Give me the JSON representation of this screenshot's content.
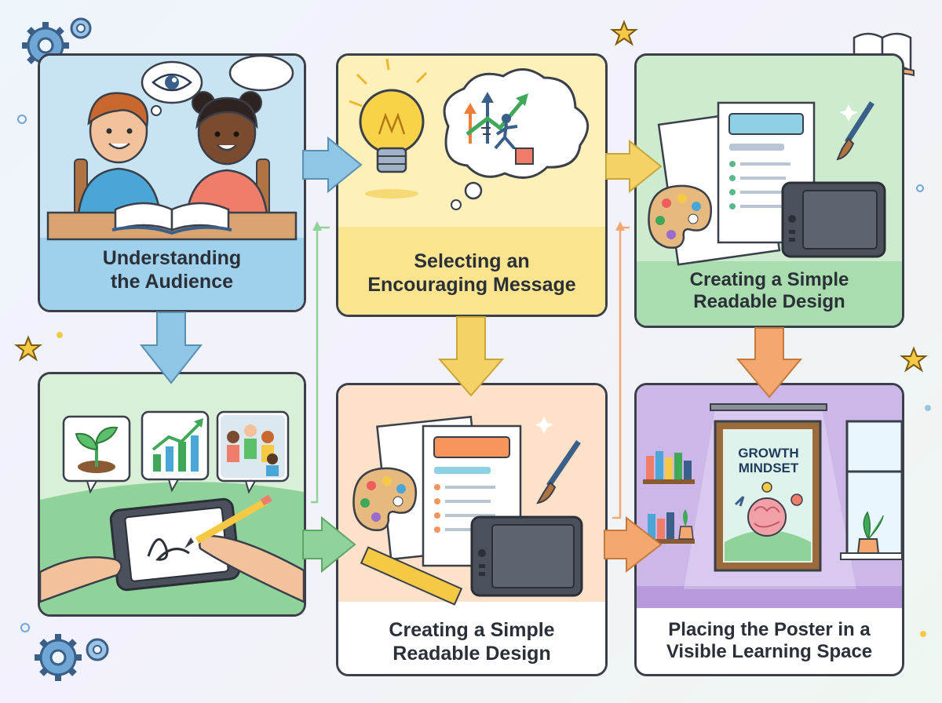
{
  "steps": {
    "audience": {
      "title_line1": "Understanding",
      "title_line2": "the Audience"
    },
    "message": {
      "title_line1": "Selecting an",
      "title_line2": "Encouraging Message"
    },
    "design_top": {
      "title_line1": "Creating a Simple",
      "title_line2": "Readable Design"
    },
    "design_bottom": {
      "title_line1": "Creating a Simple",
      "title_line2": "Readable Design"
    },
    "placing": {
      "title_line1": "Placing the Poster in a",
      "title_line2": "Visible Learning Space"
    }
  },
  "poster": {
    "line1": "GROWTH",
    "line2": "MINDSET"
  },
  "colors": {
    "blue_panel": "#bfe0f2",
    "yellow_panel": "#fbe48e",
    "green_panel": "#a9dcae",
    "peach_panel": "#f9caa3",
    "purple_panel": "#cdb7e8",
    "arrow_blue": "#8fc6e6",
    "arrow_yellow": "#f4d265",
    "arrow_orange": "#f3a870",
    "arrow_green": "#8fd39a"
  }
}
